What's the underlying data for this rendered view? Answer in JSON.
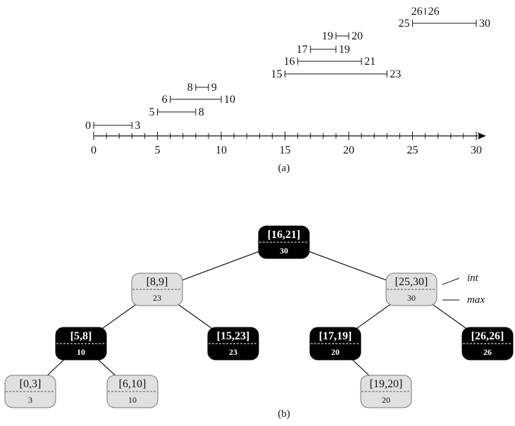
{
  "part_a": {
    "caption": "(a)",
    "axis": {
      "min": 0,
      "max": 30,
      "labeled_ticks": [
        0,
        5,
        10,
        15,
        20,
        25,
        30
      ]
    },
    "intervals": [
      {
        "low": 0,
        "high": 3
      },
      {
        "low": 5,
        "high": 8
      },
      {
        "low": 6,
        "high": 10
      },
      {
        "low": 8,
        "high": 9
      },
      {
        "low": 15,
        "high": 23
      },
      {
        "low": 16,
        "high": 21
      },
      {
        "low": 17,
        "high": 19
      },
      {
        "low": 19,
        "high": 20
      },
      {
        "low": 25,
        "high": 30
      },
      {
        "low": 26,
        "high": 26
      }
    ]
  },
  "part_b": {
    "caption": "(b)",
    "legend": {
      "int_label": "int",
      "max_label": "max"
    },
    "nodes": [
      {
        "id": "n16_21",
        "int": "[16,21]",
        "max": "30",
        "color": "black",
        "parent": null
      },
      {
        "id": "n8_9",
        "int": "[8,9]",
        "max": "23",
        "color": "gray",
        "parent": "n16_21"
      },
      {
        "id": "n25_30",
        "int": "[25,30]",
        "max": "30",
        "color": "gray",
        "parent": "n16_21"
      },
      {
        "id": "n5_8",
        "int": "[5,8]",
        "max": "10",
        "color": "black",
        "parent": "n8_9"
      },
      {
        "id": "n15_23",
        "int": "[15,23]",
        "max": "23",
        "color": "black",
        "parent": "n8_9"
      },
      {
        "id": "n17_19",
        "int": "[17,19]",
        "max": "20",
        "color": "black",
        "parent": "n25_30"
      },
      {
        "id": "n26_26",
        "int": "[26,26]",
        "max": "26",
        "color": "black",
        "parent": "n25_30"
      },
      {
        "id": "n0_3",
        "int": "[0,3]",
        "max": "3",
        "color": "gray",
        "parent": "n5_8"
      },
      {
        "id": "n6_10",
        "int": "[6,10]",
        "max": "10",
        "color": "gray",
        "parent": "n5_8"
      },
      {
        "id": "n19_20",
        "int": "[19,20]",
        "max": "20",
        "color": "gray",
        "parent": "n17_19"
      }
    ],
    "colors": {
      "black_node": "#000000",
      "gray_node": "#e0e0e0",
      "gray_border": "#777777"
    }
  }
}
